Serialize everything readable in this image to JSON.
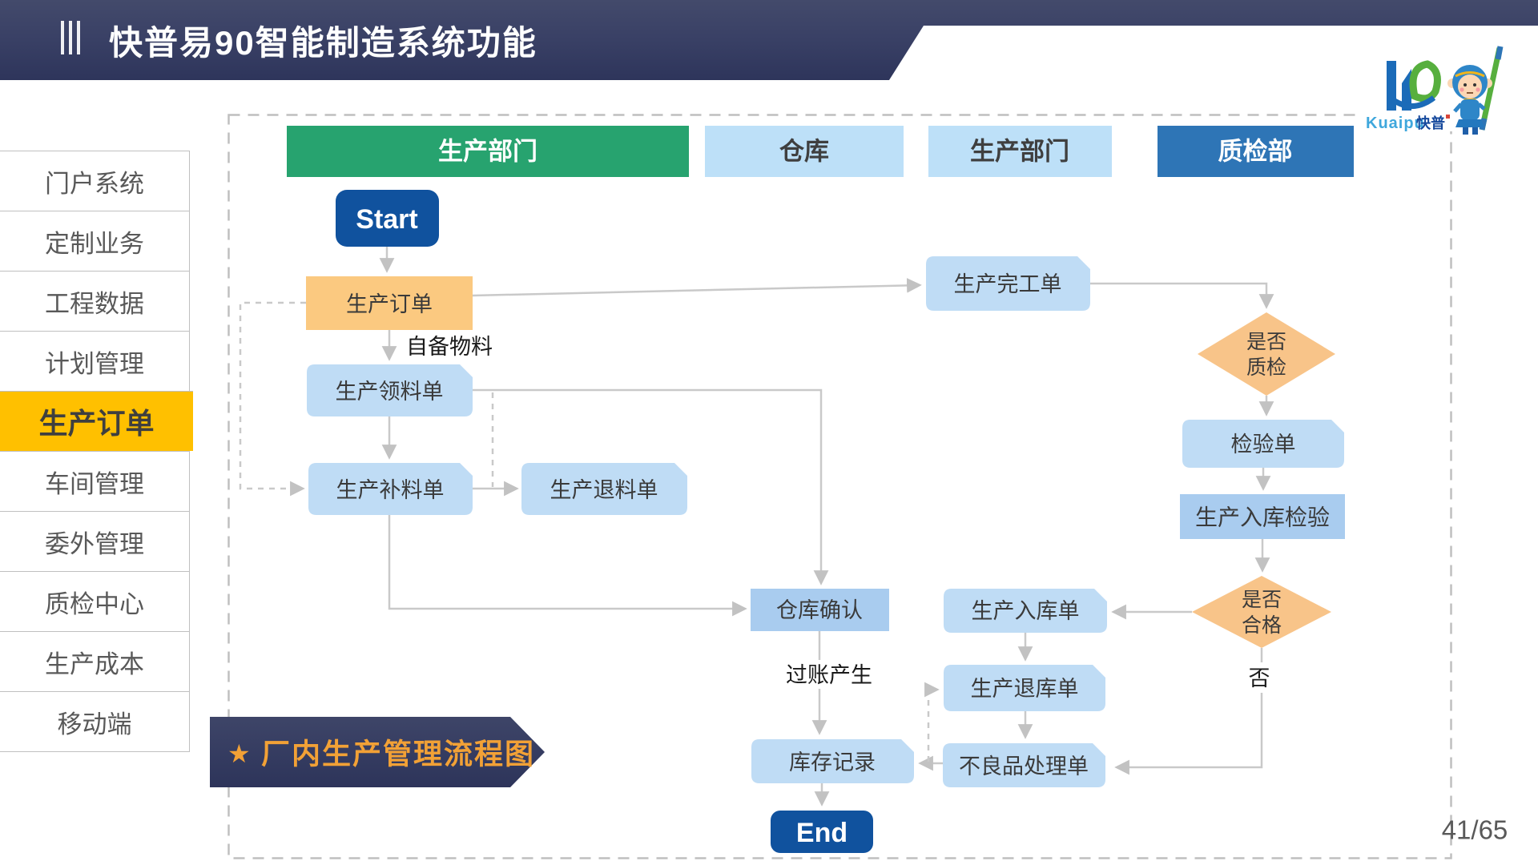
{
  "slide": {
    "title": "快普易90智能制造系统功能",
    "page_number": "41/65"
  },
  "logo": {
    "brand_en": "Kuaipu",
    "brand_cn": "快普"
  },
  "sidebar": {
    "items": [
      {
        "label": "门户系统",
        "active": false
      },
      {
        "label": "定制业务",
        "active": false
      },
      {
        "label": "工程数据",
        "active": false
      },
      {
        "label": "计划管理",
        "active": false
      },
      {
        "label": "生产订单",
        "active": true
      },
      {
        "label": "车间管理",
        "active": false
      },
      {
        "label": "委外管理",
        "active": false
      },
      {
        "label": "质检中心",
        "active": false
      },
      {
        "label": "生产成本",
        "active": false
      },
      {
        "label": "移动端",
        "active": false
      }
    ]
  },
  "flowchart": {
    "lanes": [
      {
        "label": "生产部门",
        "style": "green"
      },
      {
        "label": "仓库",
        "style": "light-blue"
      },
      {
        "label": "生产部门",
        "style": "light-blue"
      },
      {
        "label": "质检部",
        "style": "blue"
      }
    ],
    "nodes": {
      "start": "Start",
      "end": "End",
      "production_order": "生产订单",
      "material_pick": "生产领料单",
      "material_supplement": "生产补料单",
      "material_return": "生产退料单",
      "finish_order": "生产完工单",
      "inspection_order": "检验单",
      "warehouse_inspection": "生产入库检验",
      "warehouse_confirm": "仓库确认",
      "warehouse_in_order": "生产入库单",
      "warehouse_back_order": "生产退库单",
      "defect_order": "不良品处理单",
      "inventory_record": "库存记录"
    },
    "decisions": {
      "qc_line1": "是否",
      "qc_line2": "质检",
      "pass_line1": "是否",
      "pass_line2": "合格"
    },
    "edge_labels": {
      "self_material": "自备物料",
      "posting": "过账产生",
      "no": "否"
    },
    "caption": {
      "star": "★",
      "text": "厂内生产管理流程图"
    }
  },
  "colors": {
    "header_navy": "#343B60",
    "accent_gold": "#FFC000",
    "lane_green": "#27A36F",
    "lane_light_blue": "#BDE0F8",
    "lane_blue": "#2E75B6",
    "node_blue": "#BFDCF5",
    "node_blue_deep": "#A9CCEF",
    "node_orange": "#FBC980",
    "diamond_orange": "#F8C489",
    "terminal_blue": "#10529E",
    "connector_gray": "#C9C9C9",
    "banner_text_orange": "#F2A136",
    "page_number_gray": "#595959"
  }
}
